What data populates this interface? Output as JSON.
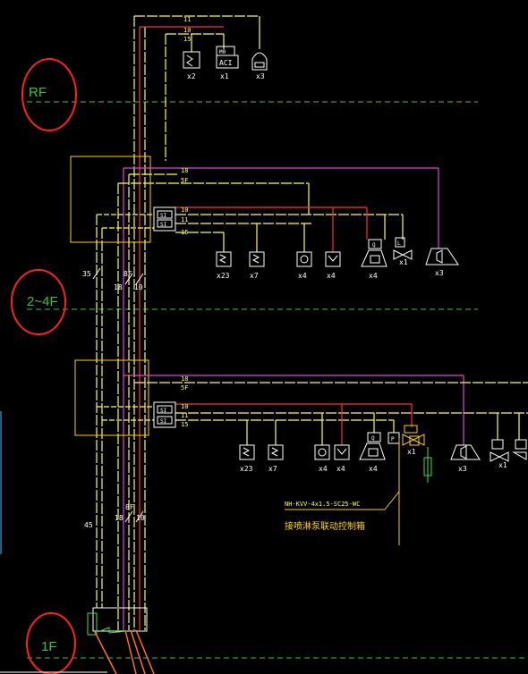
{
  "floors": {
    "rf": "RF",
    "mid": "2~4F",
    "ground": "1F"
  },
  "cable": {
    "spec": "NH-KVV-4x1.5-SC25-WC",
    "note": "接喷淋泵联动控制箱"
  },
  "riser_labels": {
    "top_11": "11",
    "top_10": "10",
    "top_15": "15",
    "upper_35": "35",
    "upper_18": "18",
    "upper_8f": "8F",
    "upper_10": "10",
    "lower_45": "45",
    "lower_18": "18",
    "lower_8f": "8F",
    "lower_10": "10",
    "bus_18": "18",
    "bus_5f": "5F",
    "bus_10": "10",
    "bus_11": "11",
    "bus_15": "15",
    "module_s1": "SI",
    "module_s2": "SI"
  },
  "rf_devices": [
    "x2",
    "x1",
    "x3"
  ],
  "rf_device_text": {
    "ac1": "ACI",
    "ac1_top": "M0"
  },
  "floor_devices_upper": [
    "x23",
    "x7",
    "x4",
    "x4",
    "x4",
    "x1",
    "x3"
  ],
  "floor_devices_lower": [
    "x23",
    "x7",
    "x4",
    "x4",
    "x4",
    "x1",
    "x3",
    "x1"
  ],
  "device_tags": {
    "q": "Q",
    "l": "L",
    "p": "P",
    "x1_upper": "x1"
  }
}
